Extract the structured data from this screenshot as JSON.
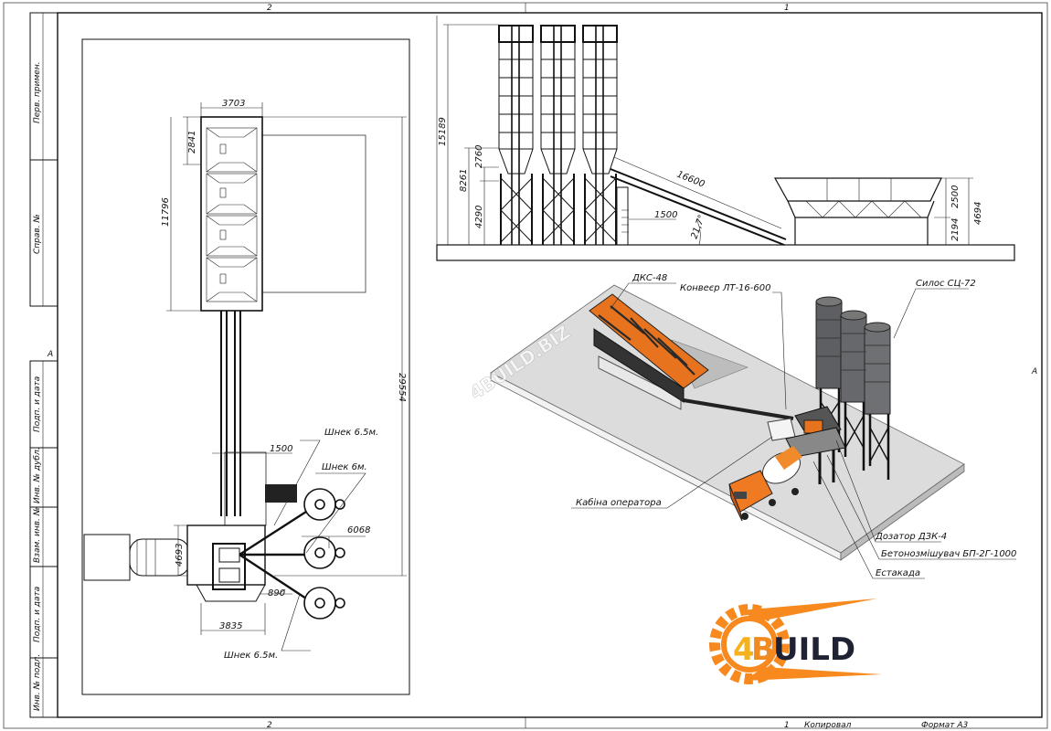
{
  "sheet": {
    "zones_top": [
      "2",
      "1"
    ],
    "zones_bottom": [
      "2",
      "1"
    ],
    "zone_row_marker": "A",
    "copied_label": "Копировал",
    "format_label": "Формат А3"
  },
  "stamp_column": {
    "cells": [
      "Перв. примен.",
      "Справ. №",
      "Подп. и дата",
      "Инв. № дубл.",
      "Взам. инв. №",
      "Подп. и дата",
      "Инв. № подл."
    ]
  },
  "plan_view": {
    "dimensions": {
      "bin_width": "3703",
      "bin_section": "2841",
      "bin_length": "11796",
      "total_length": "29554",
      "conveyor_offset": "1500",
      "mixer_width": "4693",
      "mixer_length": "3835",
      "silo_offset": "6068",
      "auger_offset": "890"
    },
    "callouts": [
      "Шнек 6.5м.",
      "Шнек 6м.",
      "Шнек 6.5м."
    ]
  },
  "elevation_view": {
    "dimensions": {
      "total_height": "15189",
      "support_height": "8261",
      "cone_height": "2760",
      "leg_height": "4290",
      "conveyor_length": "16600",
      "platform_offset": "1500",
      "conveyor_angle": "21,7°",
      "bin_upper": "2500",
      "bin_lower": "2194",
      "bin_total": "4694"
    }
  },
  "isometric_view": {
    "watermark": "4BUILD.BIZ",
    "callouts": {
      "aggregate_bin": "ДКС-48",
      "conveyor": "Конвеєр ЛТ-16-600",
      "silo": "Силос СЦ-72",
      "operator_cabin": "Кабіна оператора",
      "doser": "Дозатор ДЗК-4",
      "mixer": "Бетонозмішувач БП-2Г-1000",
      "overpass": "Естакада"
    }
  },
  "logo": {
    "text": "4BUILD",
    "colors": {
      "orange": "#f7891e",
      "yellow": "#f5b21c",
      "dark": "#1f2233"
    }
  }
}
